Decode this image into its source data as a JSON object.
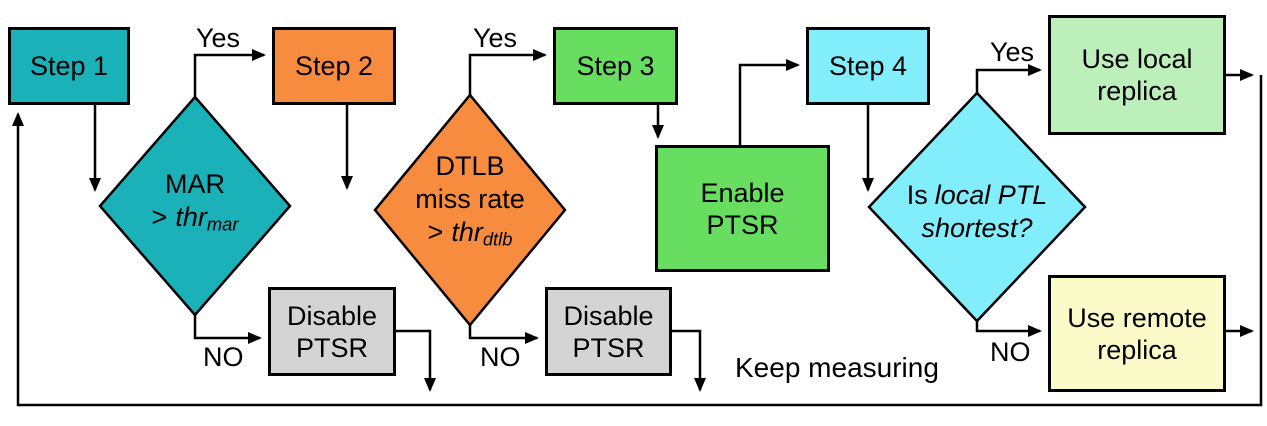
{
  "nodes": {
    "step1": "Step 1",
    "step2": "Step 2",
    "step3": "Step 3",
    "step4": "Step 4",
    "enable_ptsr": {
      "line1": "Enable",
      "line2": "PTSR"
    },
    "disable_ptsr_1": {
      "line1": "Disable",
      "line2": "PTSR"
    },
    "disable_ptsr_2": {
      "line1": "Disable",
      "line2": "PTSR"
    },
    "use_local_replica": {
      "line1": "Use local",
      "line2": "replica"
    },
    "use_remote_replica": {
      "line1": "Use remote",
      "line2": "replica"
    }
  },
  "decisions": {
    "mar": {
      "line1": "MAR",
      "operator": ">",
      "threshold_var": "thr",
      "threshold_sub": "mar"
    },
    "dtlb": {
      "line1": "DTLB",
      "line2": "miss rate",
      "operator": ">",
      "threshold_var": "thr",
      "threshold_sub": "dtlb"
    },
    "ptl": {
      "prefix": "Is",
      "condition_italic": "local PTL",
      "condition_italic2": "shortest?"
    }
  },
  "labels": {
    "yes1": "Yes",
    "yes2": "Yes",
    "yes3": "Yes",
    "no1": "NO",
    "no2": "NO",
    "no3": "NO",
    "keep_measuring": "Keep measuring"
  },
  "colors": {
    "step1_teal": "#1BB1B9",
    "step2_orange": "#F78C3E",
    "step3_green": "#67DE5F",
    "step4_cyan": "#82EEFB",
    "local_replica_green": "#BCEFB9",
    "remote_replica_yellow": "#FBFBC9",
    "disable_gray": "#D4D4D4",
    "line_black": "#000000"
  }
}
